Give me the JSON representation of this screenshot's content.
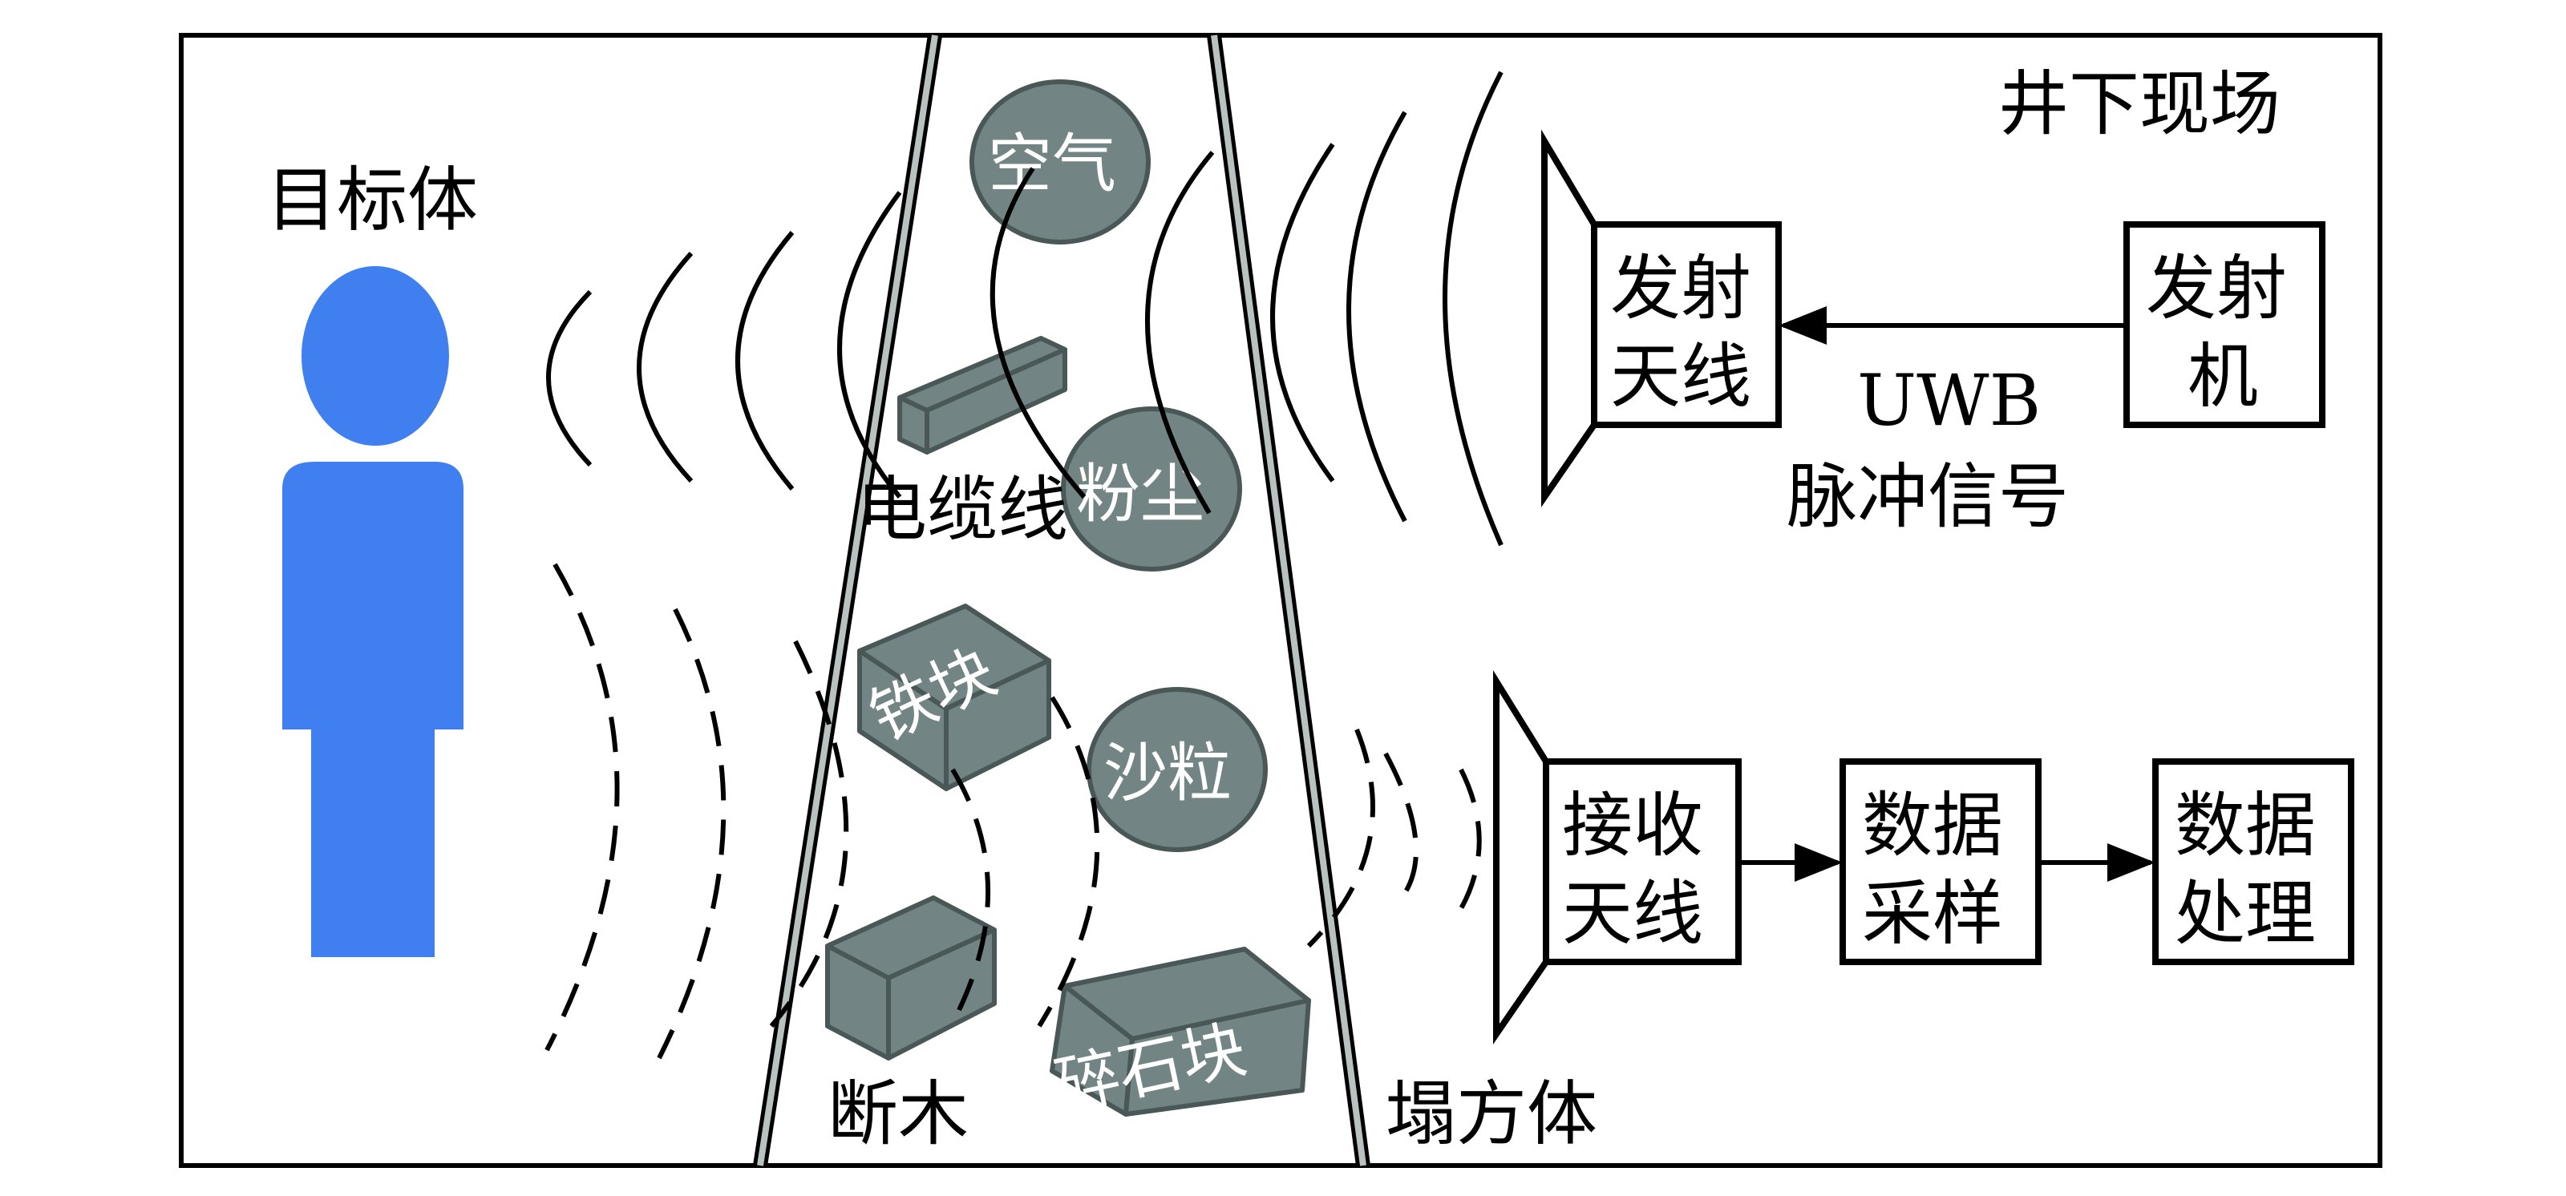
{
  "scene_label": "井下现场",
  "target_label": "目标体",
  "collapse_label": "塌方体",
  "media": {
    "air": "空气",
    "dust": "粉尘",
    "sand": "沙粒",
    "cable": "电缆线",
    "iron": "铁块",
    "wood": "断木",
    "rubble": "碎石块"
  },
  "tx_antenna": [
    "发射",
    "天线"
  ],
  "transmitter": [
    "发射",
    "机"
  ],
  "signal": {
    "line1": "UWB",
    "line2": "脉冲信号"
  },
  "rx_antenna": [
    "接收",
    "天线"
  ],
  "sampling": [
    "数据",
    "采样"
  ],
  "processing": [
    "数据",
    "处理"
  ],
  "colors": {
    "person": "#3F7FF0",
    "obstacle": "#728483",
    "wall": "#b8c2c0"
  }
}
